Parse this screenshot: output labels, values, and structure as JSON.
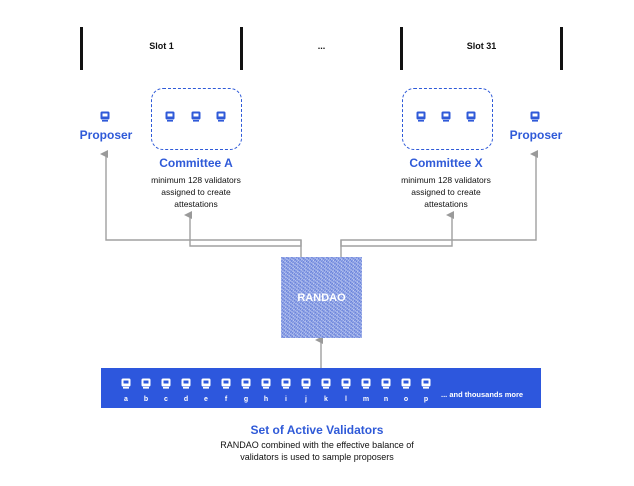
{
  "slots": {
    "slot1_label": "Slot 1",
    "ellipsis": "...",
    "slot31_label": "Slot 31"
  },
  "proposer_left": "Proposer",
  "proposer_right": "Proposer",
  "committee_a": {
    "title": "Committee A",
    "desc_line1": "minimum 128 validators",
    "desc_line2": "assigned to create",
    "desc_line3": "attestations"
  },
  "committee_x": {
    "title": "Committee X",
    "desc_line1": "minimum 128 validators",
    "desc_line2": "assigned to create",
    "desc_line3": "attestations"
  },
  "randao_label": "RANDAO",
  "validators": {
    "letters": [
      "a",
      "b",
      "c",
      "d",
      "e",
      "f",
      "g",
      "h",
      "i",
      "j",
      "k",
      "l",
      "m",
      "n",
      "o",
      "p"
    ],
    "more": "... and thousands more"
  },
  "footer": {
    "title": "Set of Active Validators",
    "line1": "RANDAO combined with the effective balance of",
    "line2": "validators is used to sample proposers"
  },
  "colors": {
    "accent_blue": "#2f5ad8",
    "validator_bar": "#2d57dd",
    "arrow_gray": "#9a9a9a"
  },
  "icons": {
    "validator": "validator-node-icon",
    "arrow": "arrow-up-icon"
  }
}
